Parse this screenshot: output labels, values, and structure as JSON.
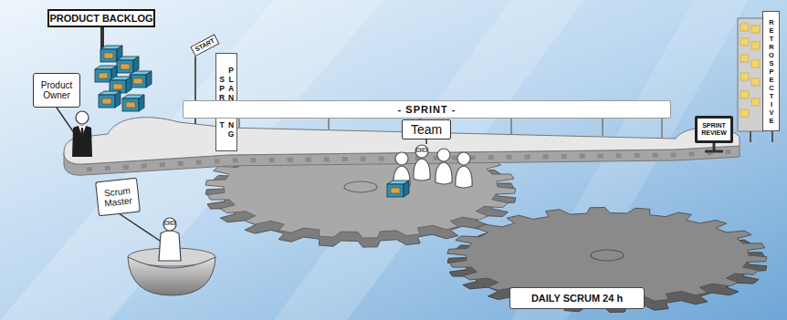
{
  "diagram": {
    "nodes": [
      {
        "text": [
          "PRODUCT BACKLOG"
        ]
      },
      {
        "text": [
          "Product Owner"
        ]
      },
      {
        "text": [
          "START"
        ]
      },
      {
        "text": [
          "SPRINT PLANNING"
        ]
      },
      {
        "text": [
          "- SPRINT -"
        ]
      },
      {
        "text": [
          "Team"
        ]
      },
      {
        "text": [
          "SPRINT REVIEW"
        ]
      },
      {
        "text": [
          "RETROSPECTIVE"
        ]
      },
      {
        "text": [
          "Scrum Master"
        ]
      },
      {
        "text": [
          "DAILY SCRUM 24 h"
        ]
      }
    ]
  }
}
